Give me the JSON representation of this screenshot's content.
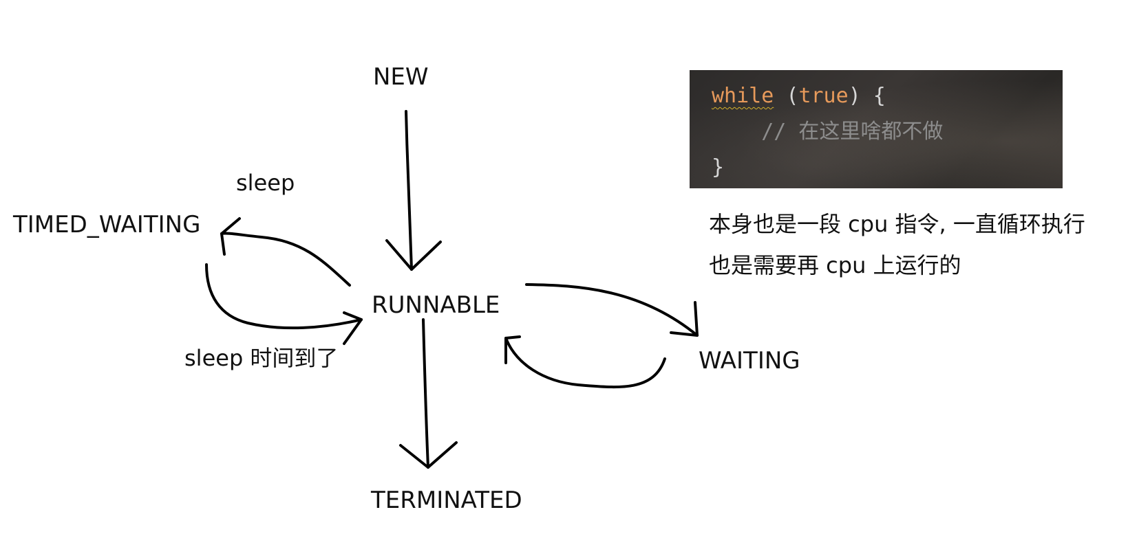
{
  "states": {
    "new": "NEW",
    "runnable": "RUNNABLE",
    "terminated": "TERMINATED",
    "timed_waiting": "TIMED_WAITING",
    "waiting": "WAITING"
  },
  "transitions": {
    "sleep": "sleep",
    "sleep_done": "sleep 时间到了"
  },
  "code": {
    "keyword": "while",
    "paren_open": " (",
    "literal": "true",
    "paren_close": ") {",
    "comment": "// 在这里啥都不做",
    "close_brace": "}"
  },
  "note": {
    "line1": "本身也是一段 cpu 指令, 一直循环执行",
    "line2": "也是需要再 cpu 上运行的"
  }
}
